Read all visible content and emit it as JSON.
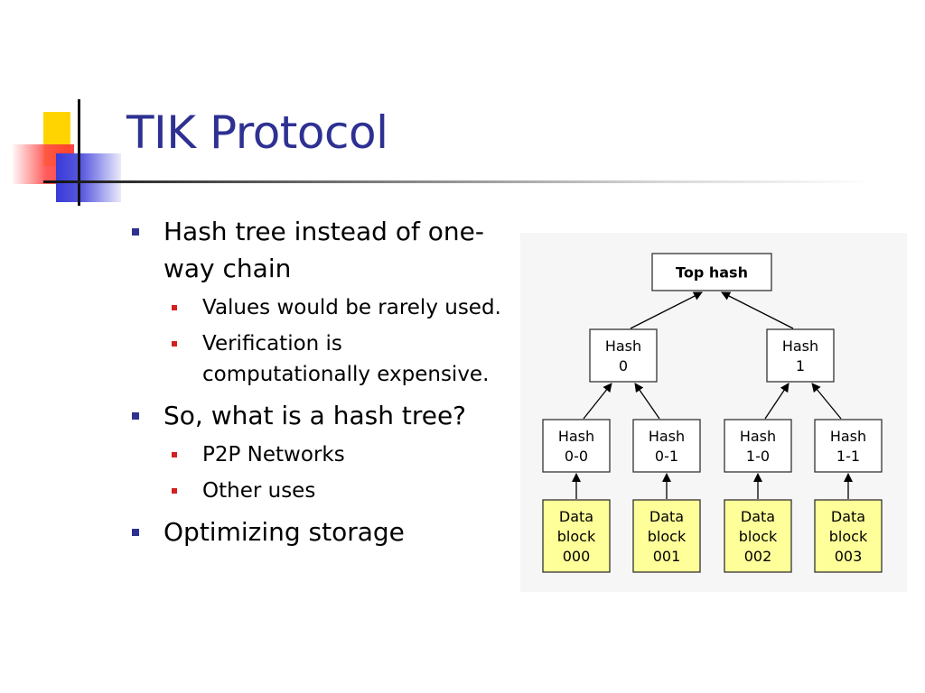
{
  "slide": {
    "title": "TIK Protocol",
    "colors": {
      "title": "#2e3192",
      "bullet_level1": "#2e3192",
      "bullet_level2": "#d42020",
      "data_block_fill": "#ffff99"
    },
    "bullets": [
      {
        "text": "Hash tree instead of one-way chain",
        "children": [
          "Values would be rarely used.",
          "Verification is computationally expensive."
        ]
      },
      {
        "text": "So, what is a hash tree?",
        "children": [
          "P2P Networks",
          "Other uses"
        ]
      },
      {
        "text": "Optimizing storage",
        "children": []
      }
    ]
  },
  "diagram": {
    "top": {
      "lines": [
        "Top hash"
      ]
    },
    "level1": [
      {
        "lines": [
          "Hash",
          "0"
        ]
      },
      {
        "lines": [
          "Hash",
          "1"
        ]
      }
    ],
    "level2": [
      {
        "lines": [
          "Hash",
          "0-0"
        ]
      },
      {
        "lines": [
          "Hash",
          "0-1"
        ]
      },
      {
        "lines": [
          "Hash",
          "1-0"
        ]
      },
      {
        "lines": [
          "Hash",
          "1-1"
        ]
      }
    ],
    "data_blocks": [
      {
        "lines": [
          "Data",
          "block",
          "000"
        ]
      },
      {
        "lines": [
          "Data",
          "block",
          "001"
        ]
      },
      {
        "lines": [
          "Data",
          "block",
          "002"
        ]
      },
      {
        "lines": [
          "Data",
          "block",
          "003"
        ]
      }
    ]
  }
}
